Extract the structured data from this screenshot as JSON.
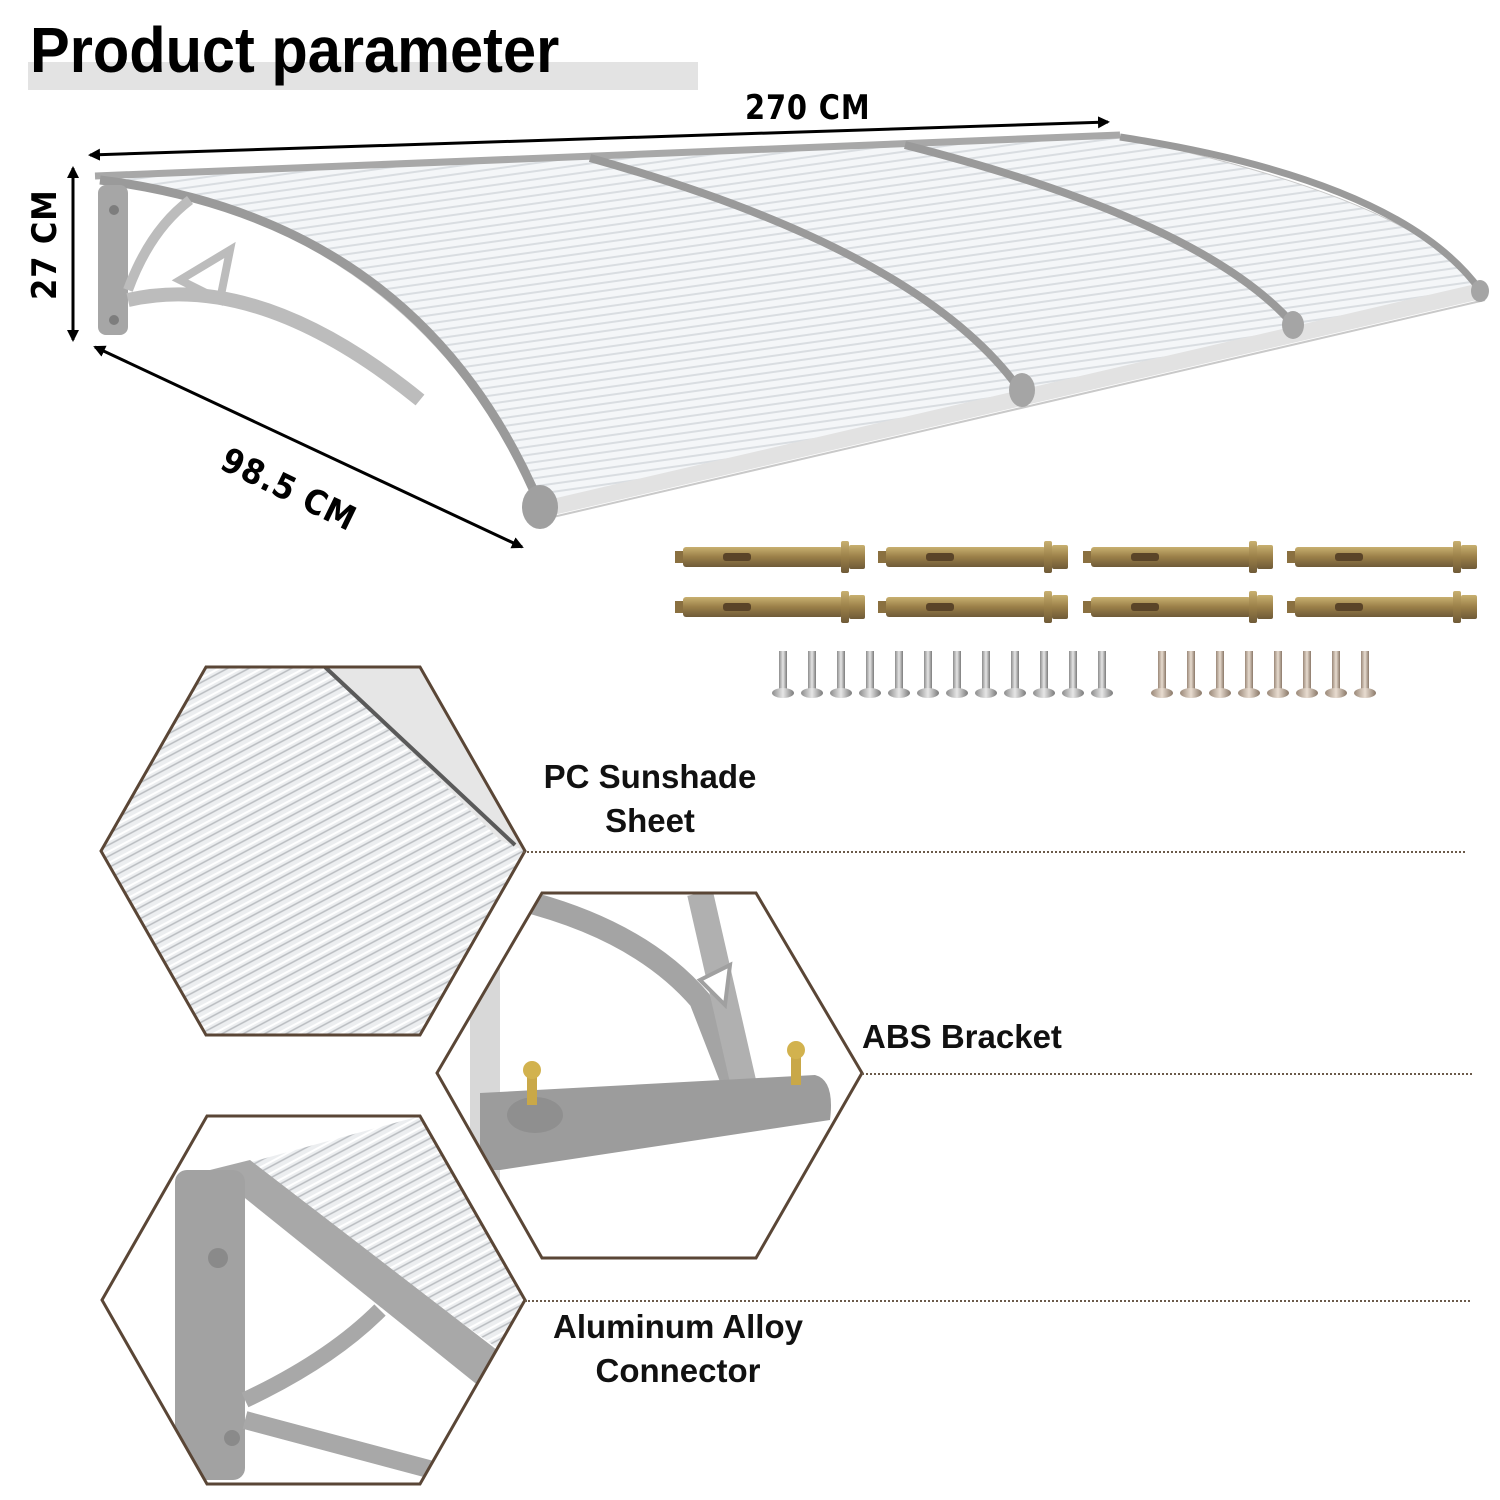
{
  "header": {
    "title": "Product parameter"
  },
  "dimensions": {
    "width": "270 CM",
    "height": "27 CM",
    "depth": "98.5 CM"
  },
  "hardware": {
    "expansion_bolts_count": 8,
    "screws_silver_count": 12,
    "screws_bronze_count": 8
  },
  "features": [
    {
      "label_line1": "PC Sunshade",
      "label_line2": "Sheet"
    },
    {
      "label_line1": "ABS Bracket",
      "label_line2": ""
    },
    {
      "label_line1": "Aluminum Alloy",
      "label_line2": "Connector"
    }
  ],
  "colors": {
    "frame_gray": "#9a9a9a",
    "sheet_white": "#f2f4f6",
    "hex_border": "#5a4636",
    "bolt_gold": "#a8904a",
    "title_band": "#e3e3e3"
  }
}
